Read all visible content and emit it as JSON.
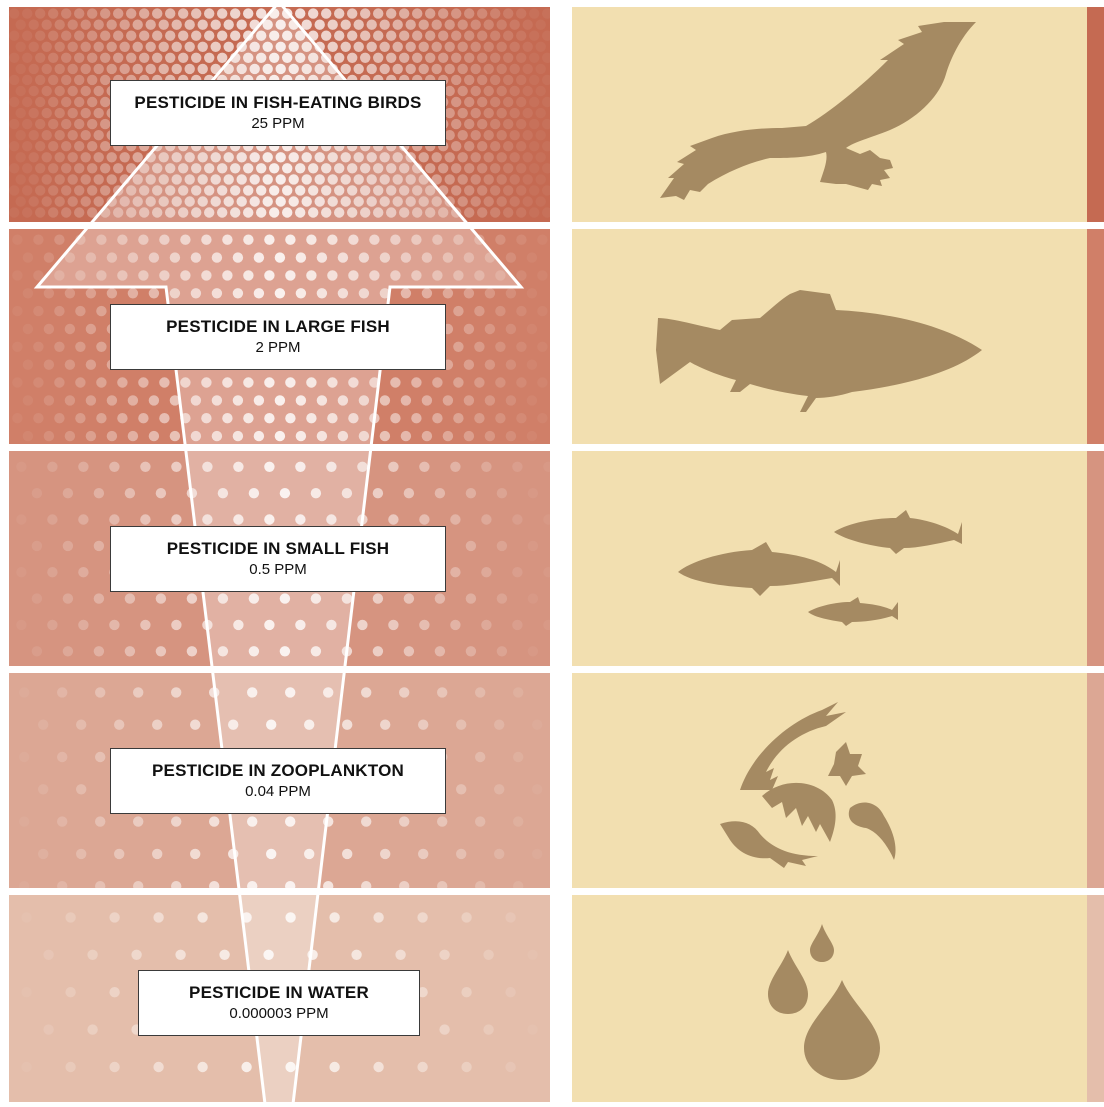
{
  "colors": {
    "panel_background": "#f2dfb0",
    "silhouette": "#a58a62",
    "arrow_fill": "#ffffff",
    "dot_color": "#ffffff",
    "label_border": "#3a3a3a",
    "level_colors": [
      "#c56a52",
      "#d07f68",
      "#d69480",
      "#dca794",
      "#e4beab"
    ]
  },
  "levels": [
    {
      "title": "PESTICIDE IN FISH-EATING BIRDS",
      "value": "25 PPM",
      "icon": "bird-icon"
    },
    {
      "title": "PESTICIDE IN LARGE FISH",
      "value": "2 PPM",
      "icon": "large-fish-icon"
    },
    {
      "title": "PESTICIDE IN SMALL FISH",
      "value": "0.5 PPM",
      "icon": "small-fish-icon"
    },
    {
      "title": "PESTICIDE IN ZOOPLANKTON",
      "value": "0.04 PPM",
      "icon": "zooplankton-icon"
    },
    {
      "title": "PESTICIDE IN WATER",
      "value": "0.000003 PPM",
      "icon": "water-drops-icon"
    }
  ]
}
